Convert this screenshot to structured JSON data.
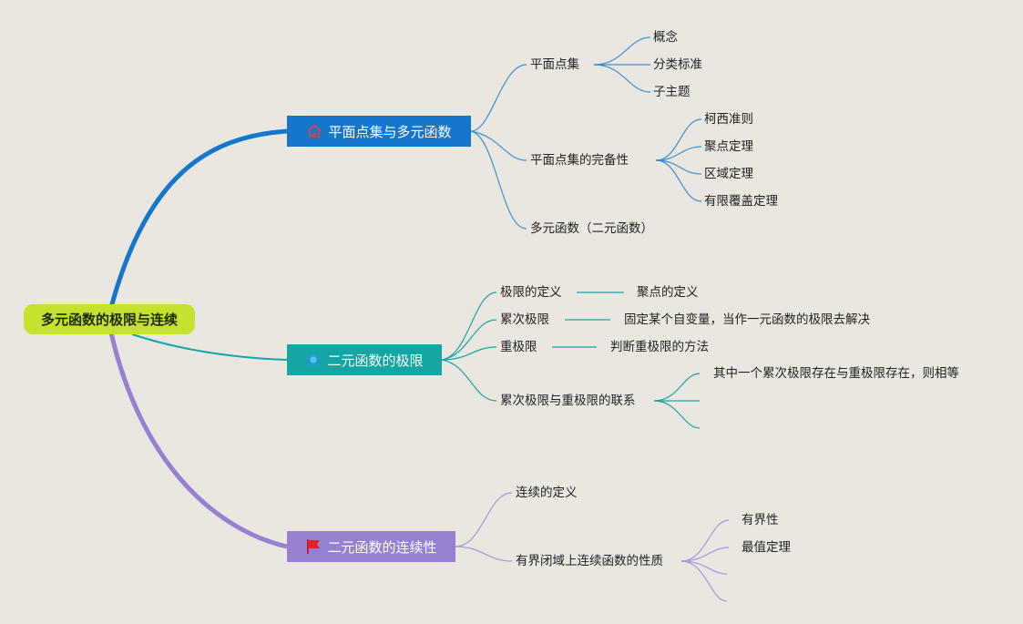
{
  "root": {
    "label": "多元函数的极限与连续"
  },
  "branches": [
    {
      "label": "平面点集与多元函数",
      "icon": "home-icon",
      "color": "#1477cc",
      "children": [
        {
          "label": "平面点集",
          "children": [
            "概念",
            "分类标准",
            "子主题"
          ]
        },
        {
          "label": "平面点集的完备性",
          "children": [
            "柯西准则",
            "聚点定理",
            "区域定理",
            "有限覆盖定理"
          ]
        },
        {
          "label": "多元函数（二元函数）"
        }
      ]
    },
    {
      "label": "二元函数的极限",
      "icon": "circle-icon",
      "color": "#14a6a4",
      "children": [
        {
          "label": "极限的定义",
          "children": [
            "聚点的定义"
          ]
        },
        {
          "label": "累次极限",
          "children": [
            "固定某个自变量，当作一元函数的极限去解决"
          ]
        },
        {
          "label": "重极限",
          "children": [
            "判断重极限的方法"
          ]
        },
        {
          "label": "累次极限与重极限的联系",
          "children": [
            "其中一个累次极限存在与重极限存在，则相等",
            "",
            ""
          ]
        }
      ]
    },
    {
      "label": "二元函数的连续性",
      "icon": "flag-icon",
      "color": "#9580d2",
      "children": [
        {
          "label": "连续的定义"
        },
        {
          "label": "有界闭域上连续函数的性质",
          "children": [
            "有界性",
            "最值定理",
            "",
            ""
          ]
        }
      ]
    }
  ]
}
